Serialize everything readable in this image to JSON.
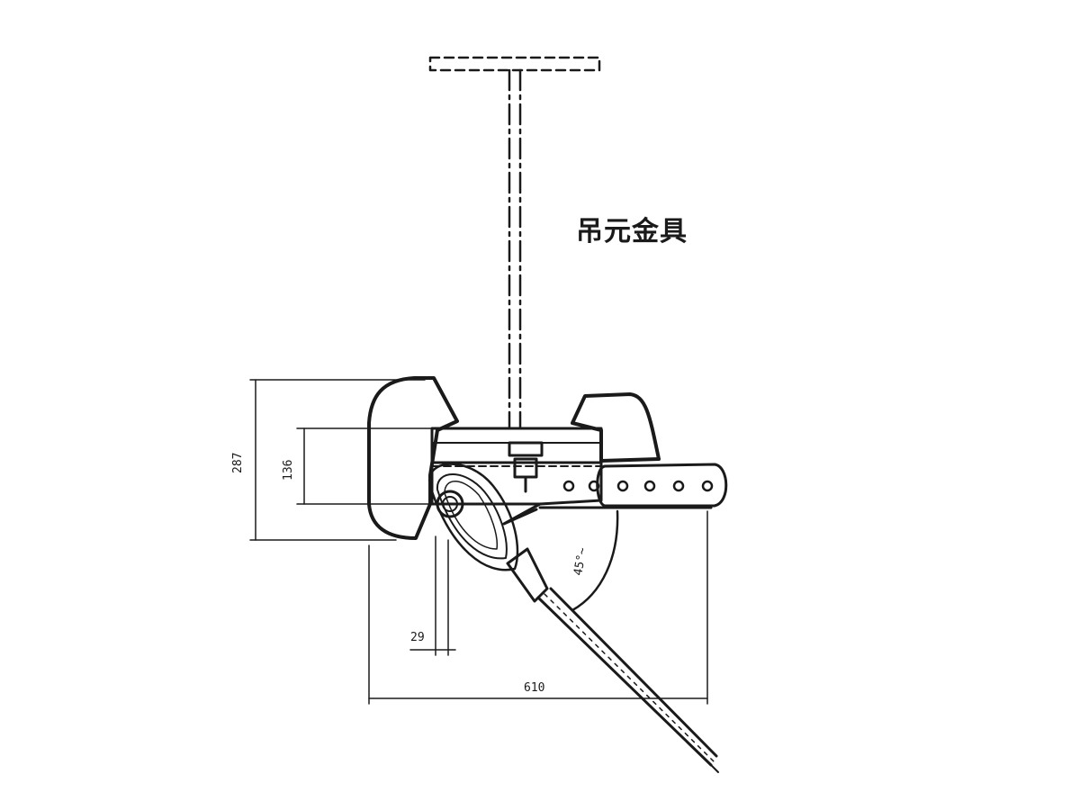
{
  "labels": {
    "hanger": "吊元金具"
  },
  "dimensions": {
    "overall_height": "287",
    "inner_height": "136",
    "offset": "29",
    "length": "610",
    "angle": "45°~"
  },
  "colors": {
    "ink": "#1a1a1a",
    "background": "#ffffff"
  }
}
